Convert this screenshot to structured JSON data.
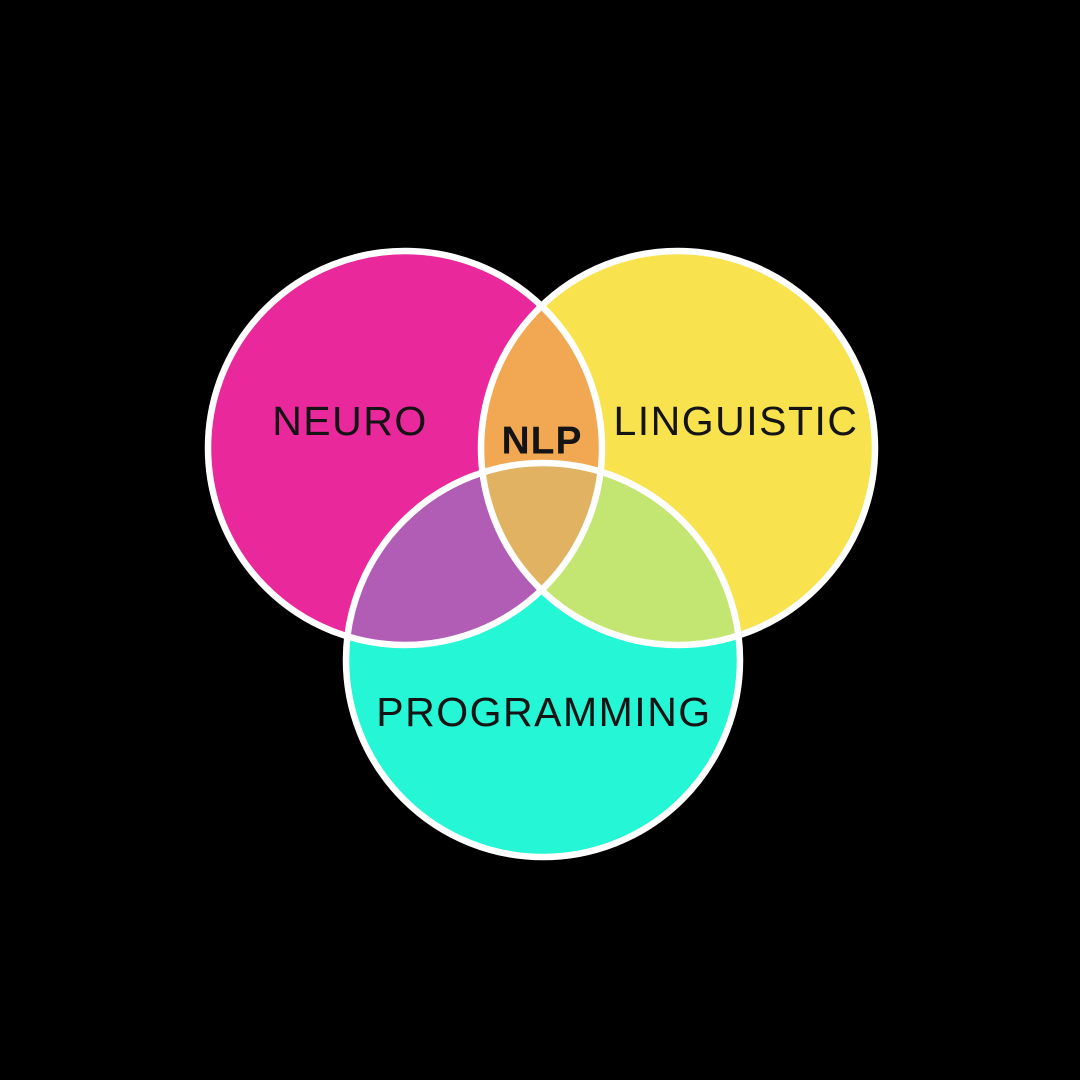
{
  "canvas": {
    "background": "#000000",
    "outline": "#FFFFFF",
    "text_color": "#141414"
  },
  "venn": {
    "sets": [
      {
        "id": "neuro",
        "label": "NEURO",
        "color": "#E8289B"
      },
      {
        "id": "linguistic",
        "label": "LINGUISTIC",
        "color": "#F8E24E"
      },
      {
        "id": "programming",
        "label": "PROGRAMMING",
        "color": "#24F6D6"
      }
    ],
    "overlaps": {
      "neuro_linguistic": {
        "color": "#F2A852"
      },
      "neuro_programming": {
        "color": "#B15DB5"
      },
      "linguistic_programming": {
        "color": "#C3E571"
      },
      "all": {
        "label": "NLP",
        "color": "#E1B261"
      }
    }
  }
}
